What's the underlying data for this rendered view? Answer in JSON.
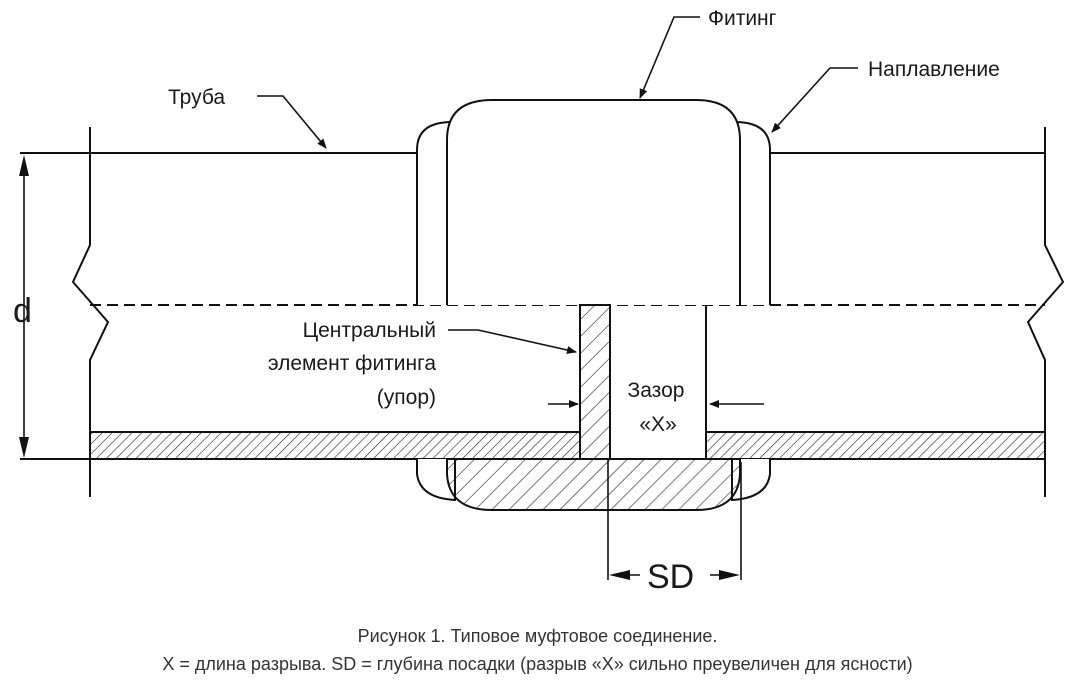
{
  "labels": {
    "pipe": "Труба",
    "fitting": "Фитинг",
    "bead": "Наплавление",
    "center_stop": [
      "Центральный",
      "элемент фитинга",
      "(упор)"
    ],
    "gap": [
      "Зазор",
      "«Х»"
    ],
    "diameter": "d",
    "socket_depth": "SD"
  },
  "caption": {
    "line1": "Рисунок 1. Типовое муфтовое соединение.",
    "line2": "Х = длина разрыва. SD = глубина посадки (разрыв «Х» сильно преувеличен для ясности)"
  }
}
